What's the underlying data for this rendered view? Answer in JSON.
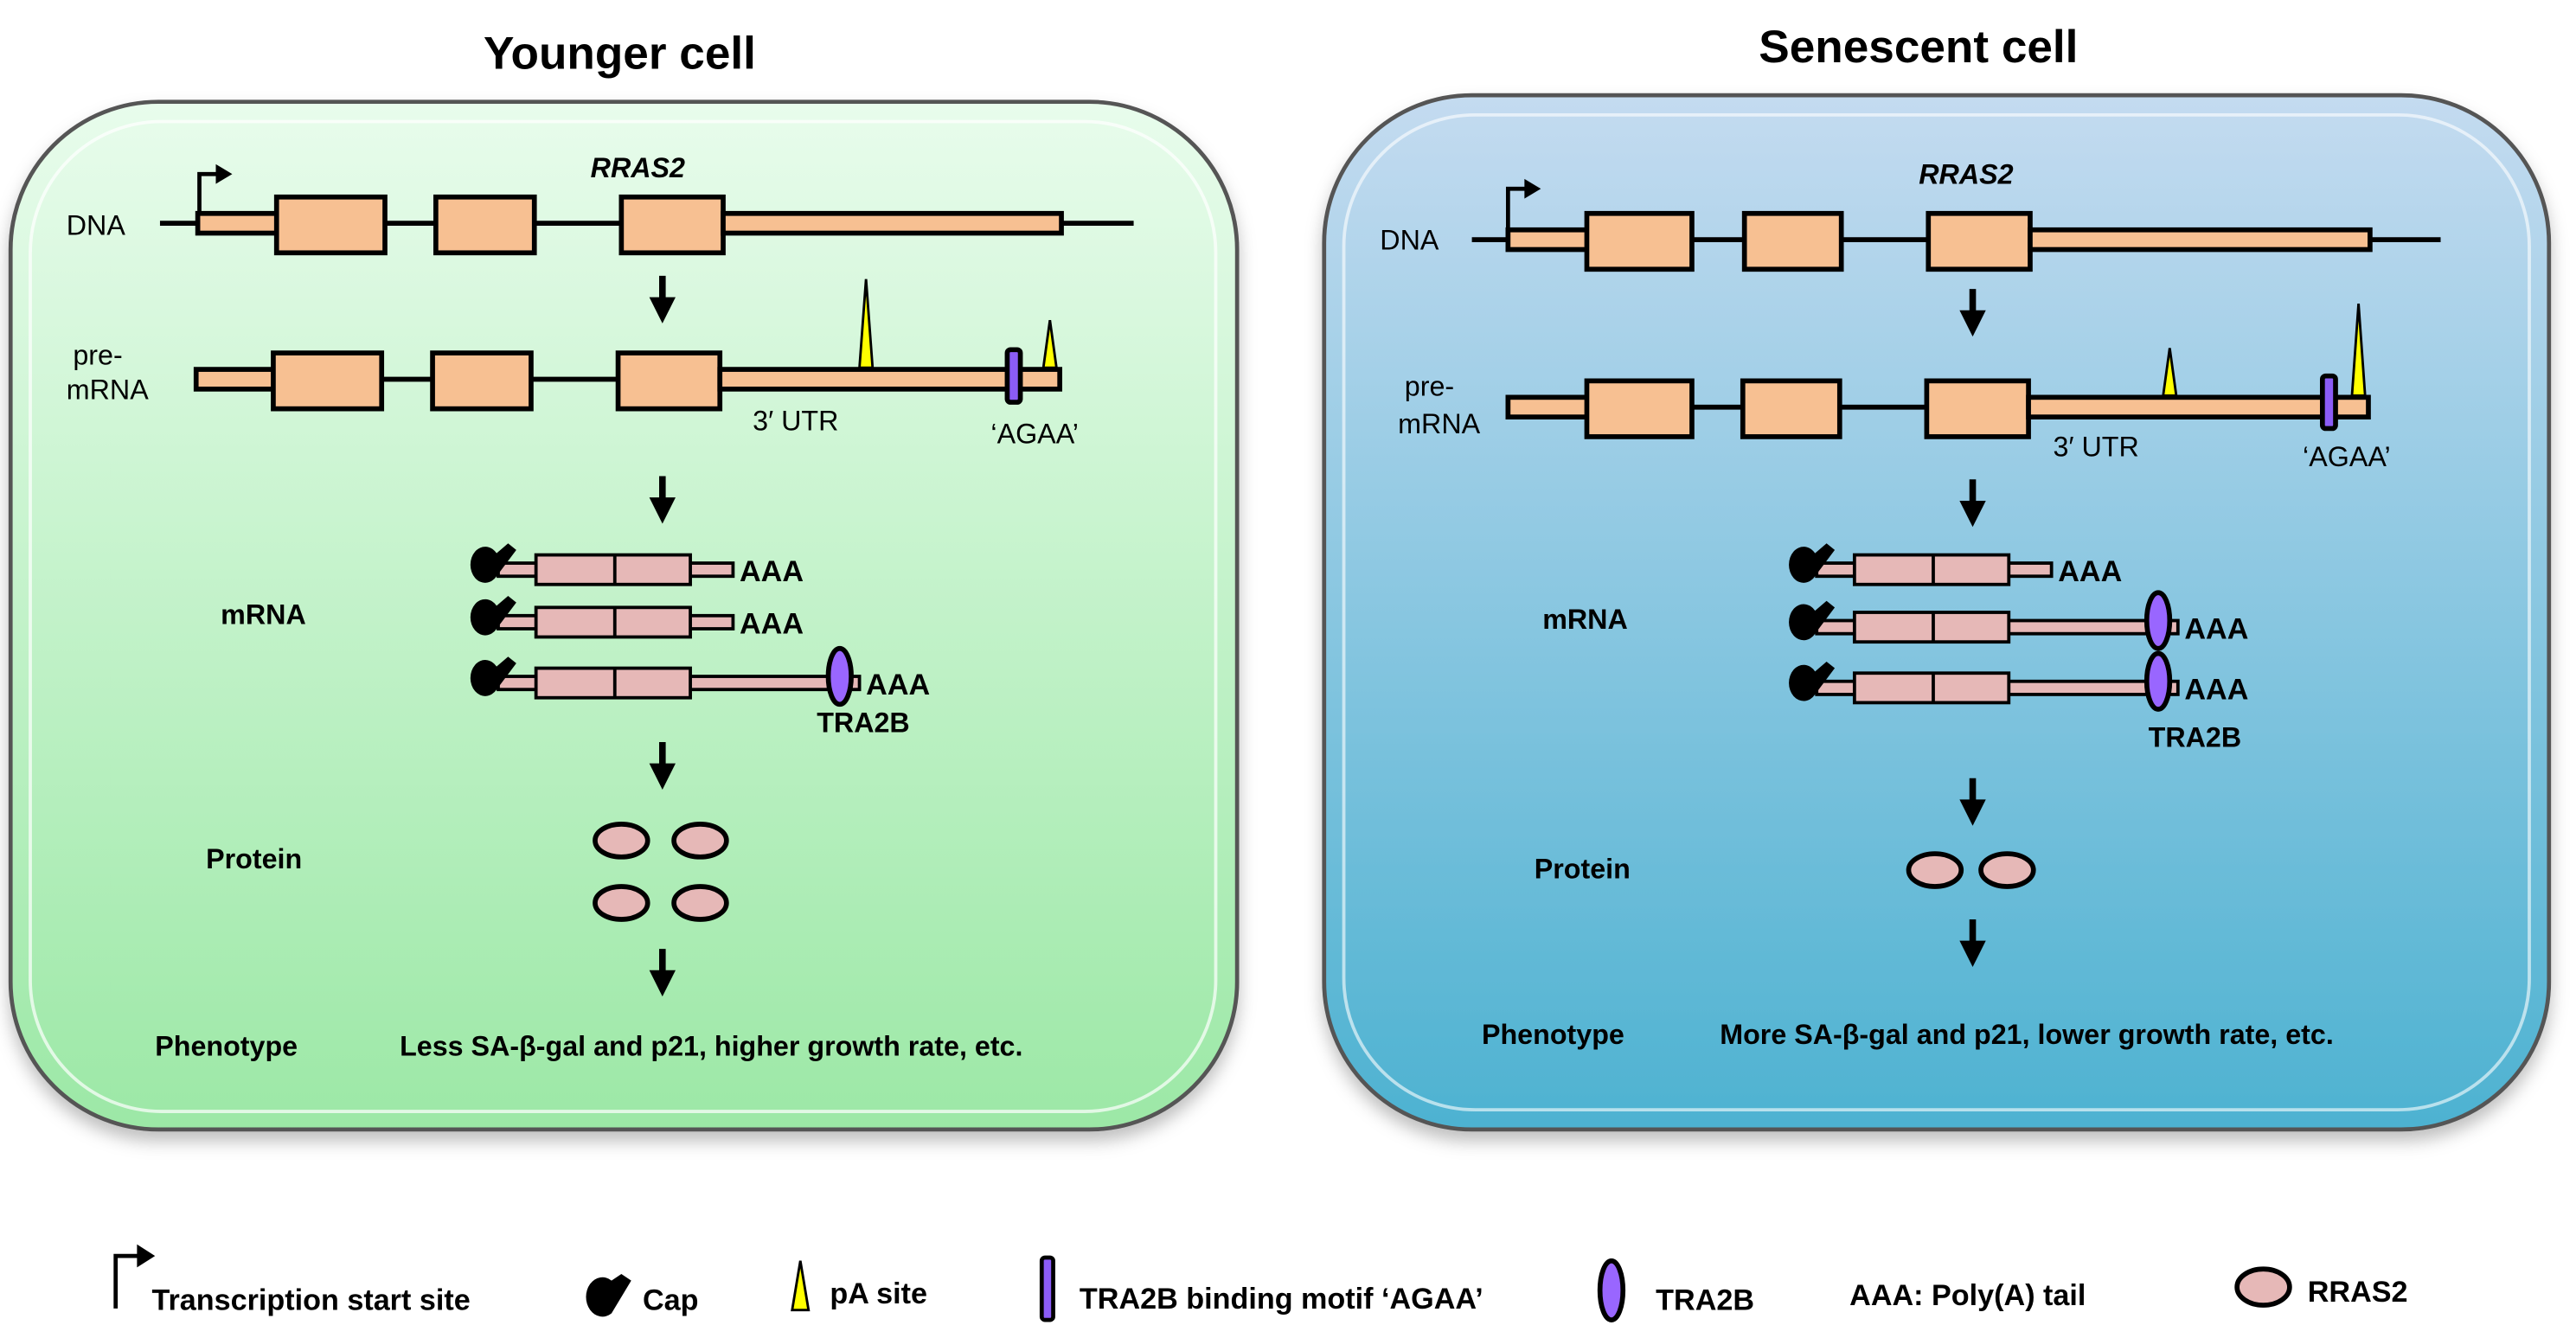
{
  "panels": [
    {
      "id": "younger",
      "title": "Younger cell",
      "gene_name": "RRAS2",
      "row_labels": {
        "dna": "DNA",
        "pre_mrna_line1": "pre-",
        "pre_mrna_line2": "mRNA",
        "mrna": "mRNA",
        "protein": "Protein",
        "phenotype": "Phenotype"
      },
      "utr_label": "3′ UTR",
      "motif_label": "‘AGAA’",
      "polya_label": "AAA",
      "tra2b_label": "TRA2B",
      "phenotype_text": "Less SA-β-gal and p21, higher growth rate, etc.",
      "mrna_isoforms": [
        {
          "utr": "short",
          "tra2b_bound": false
        },
        {
          "utr": "short",
          "tra2b_bound": false
        },
        {
          "utr": "long",
          "tra2b_bound": true
        }
      ],
      "protein_count": 4,
      "pa_sites": {
        "proximal": "strong",
        "distal": "weak"
      },
      "colors": {
        "background_top": "#e6fbe9",
        "background_bottom": "#9ee8a8"
      }
    },
    {
      "id": "senescent",
      "title": "Senescent cell",
      "gene_name": "RRAS2",
      "row_labels": {
        "dna": "DNA",
        "pre_mrna_line1": "pre-",
        "pre_mrna_line2": "mRNA",
        "mrna": "mRNA",
        "protein": "Protein",
        "phenotype": "Phenotype"
      },
      "utr_label": "3′ UTR",
      "motif_label": "‘AGAA’",
      "polya_label": "AAA",
      "tra2b_label": "TRA2B",
      "phenotype_text": "More SA-β-gal and p21, lower growth rate, etc.",
      "mrna_isoforms": [
        {
          "utr": "short",
          "tra2b_bound": false
        },
        {
          "utr": "long",
          "tra2b_bound": true
        },
        {
          "utr": "long",
          "tra2b_bound": true
        }
      ],
      "protein_count": 2,
      "pa_sites": {
        "proximal": "weak",
        "distal": "strong"
      },
      "colors": {
        "background_top": "#c0d8ef",
        "background_bottom": "#4fb3d2"
      }
    }
  ],
  "legend": [
    {
      "icon": "transcription-start-arrow-icon",
      "label": "Transcription start site"
    },
    {
      "icon": "cap-icon",
      "label": "Cap"
    },
    {
      "icon": "pa-site-icon",
      "label": "pA site"
    },
    {
      "icon": "binding-motif-icon",
      "label": "TRA2B binding motif ‘AGAA’"
    },
    {
      "icon": "tra2b-icon",
      "label": "TRA2B"
    },
    {
      "icon": "polya-text",
      "label": "AAA:  Poly(A) tail"
    },
    {
      "icon": "rras2-protein-icon",
      "label": "RRAS2"
    }
  ],
  "colors": {
    "exon": "#f7c092",
    "mrna_body": "#e6b8b7",
    "tra2b": "#9966ff",
    "motif": "#8b5cf6",
    "pa_site": "#ffff00",
    "protein": "#e6b8b7"
  }
}
